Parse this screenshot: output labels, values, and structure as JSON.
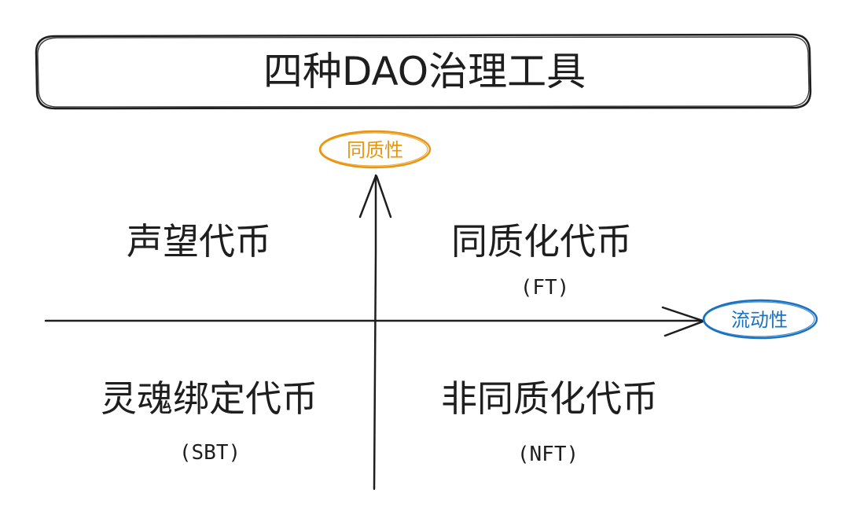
{
  "title": "四种DAO治理工具",
  "axes": {
    "vertical": {
      "label": "同质性",
      "color": "#e8950f"
    },
    "horizontal": {
      "label": "流动性",
      "color": "#1971c2"
    }
  },
  "quadrants": {
    "top_left": {
      "label": "声望代币",
      "sub": ""
    },
    "top_right": {
      "label": "同质化代币",
      "sub": "(FT)"
    },
    "bottom_left": {
      "label": "灵魂绑定代币",
      "sub": "(SBT)"
    },
    "bottom_right": {
      "label": "非同质化代币",
      "sub": "(NFT)"
    }
  },
  "colors": {
    "stroke": "#1e1e1e",
    "vertical_axis_label": "#e8950f",
    "horizontal_axis_label": "#1971c2"
  }
}
